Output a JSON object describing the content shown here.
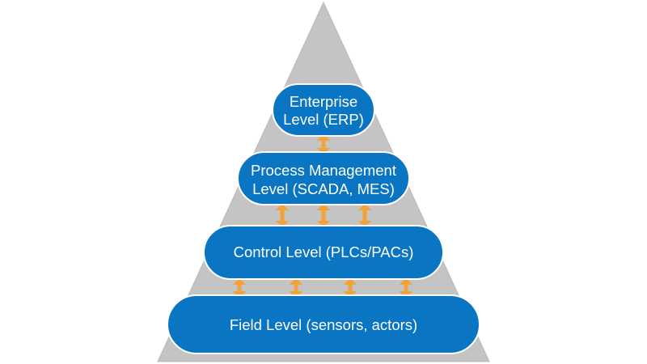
{
  "colors": {
    "pyramid": "#c4c4c4",
    "pyramid_stroke": "#b9b9b9",
    "level_fill": "#0a75c2",
    "level_stroke": "#ffffff",
    "arrow": "#f2a23a"
  },
  "levels": [
    {
      "line1": "Enterprise",
      "line2": "Level (ERP)"
    },
    {
      "line1": "Process Management",
      "line2": "Level (SCADA, MES)"
    },
    {
      "line1": "Control Level (PLCs/PACs)"
    },
    {
      "line1": "Field Level (sensors, actors)"
    }
  ]
}
